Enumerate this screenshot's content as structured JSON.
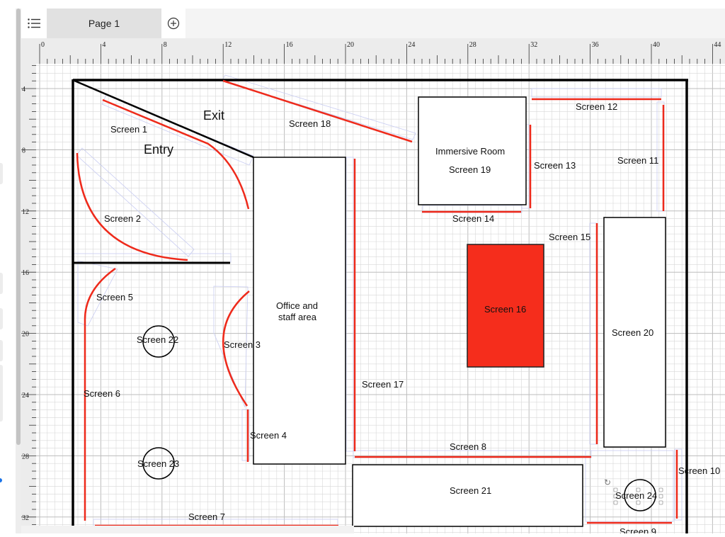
{
  "app": {
    "tabs": [
      {
        "label": "Page 1",
        "active": true
      }
    ],
    "menu_icon": "list-menu-icon",
    "add_page_icon": "plus-circle-icon"
  },
  "rulers": {
    "horizontal": [
      "0",
      "4",
      "8",
      "12",
      "16",
      "20",
      "24",
      "28",
      "32",
      "36",
      "40",
      "44"
    ],
    "vertical": [
      "4",
      "8",
      "12",
      "16",
      "20",
      "24",
      "28",
      "32"
    ]
  },
  "colors": {
    "screen": "#ee2a1b",
    "wall": "#000000",
    "highlight_fill": "#f52d1c",
    "grid_minor": "#d8d8d8",
    "grid_major": "#bdbdbd"
  },
  "floorplan": {
    "labels": {
      "exit": "Exit",
      "entry": "Entry"
    },
    "rooms": {
      "office": {
        "line1": "Office and",
        "line2": "staff area"
      },
      "immersive": {
        "line1": "Immersive Room",
        "line2": "Screen 19"
      }
    },
    "screens": {
      "s1": "Screen 1",
      "s2": "Screen 2",
      "s3": "Screen 3",
      "s4": "Screen 4",
      "s5": "Screen 5",
      "s6": "Screen 6",
      "s7": "Screen 7",
      "s8": "Screen 8",
      "s9": "Screen 9",
      "s10": "Screen 10",
      "s11": "Screen 11",
      "s12": "Screen 12",
      "s13": "Screen 13",
      "s14": "Screen 14",
      "s15": "Screen 15",
      "s16": "Screen 16",
      "s17": "Screen 17",
      "s18": "Screen 18",
      "s20": "Screen 20",
      "s21": "Screen 21",
      "s22": "Screen 22",
      "s23": "Screen 23",
      "s24": "Screen 24"
    }
  }
}
